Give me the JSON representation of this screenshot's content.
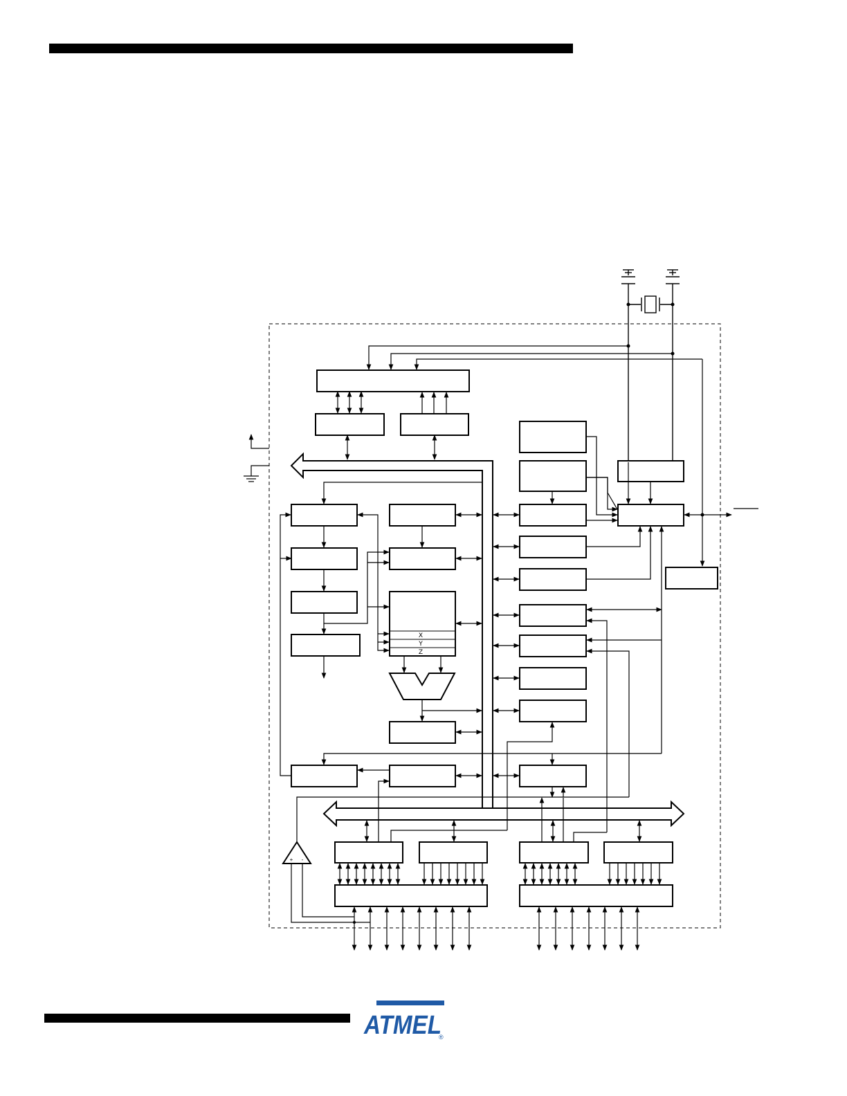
{
  "diagram": {
    "register_labels": [
      "X",
      "Y",
      "Z"
    ],
    "comparator_pins": {
      "plus": "+",
      "minus": "-"
    }
  },
  "logo": {
    "text": "ATMEL",
    "mark": "®",
    "color": "#1f5aa6"
  },
  "colors": {
    "ink": "#000000",
    "brand": "#1f5aa6"
  }
}
